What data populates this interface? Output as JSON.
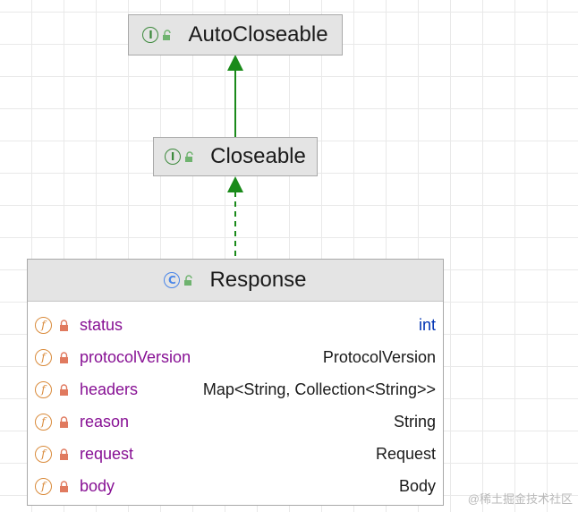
{
  "colors": {
    "edge_arrow": "#1a8a1a",
    "interface_icon": "#3d8a3d",
    "class_icon": "#4a86e8",
    "field_icon": "#d98a3a",
    "field_name": "#871094",
    "primitive_type": "#0033b3",
    "header_bg": "#e4e4e4"
  },
  "nodes": {
    "autocloseable": {
      "kind": "interface",
      "kind_glyph": "I",
      "name": "AutoCloseable",
      "visibility_icon": "unlocked-icon"
    },
    "closeable": {
      "kind": "interface",
      "kind_glyph": "I",
      "name": "Closeable",
      "visibility_icon": "unlocked-icon"
    },
    "response": {
      "kind": "class",
      "kind_glyph": "C",
      "name": "Response",
      "visibility_icon": "unlocked-icon",
      "fields": [
        {
          "icon": "field-icon",
          "glyph": "f",
          "access": "lock-icon",
          "name": "status",
          "type": "int"
        },
        {
          "icon": "field-icon",
          "glyph": "f",
          "access": "lock-icon",
          "name": "protocolVersion",
          "type": "ProtocolVersion"
        },
        {
          "icon": "field-icon",
          "glyph": "f",
          "access": "lock-icon",
          "name": "headers",
          "type": "Map<String, Collection<String>>"
        },
        {
          "icon": "field-icon",
          "glyph": "f",
          "access": "lock-icon",
          "name": "reason",
          "type": "String"
        },
        {
          "icon": "field-icon",
          "glyph": "f",
          "access": "lock-icon",
          "name": "request",
          "type": "Request"
        },
        {
          "icon": "field-icon",
          "glyph": "f",
          "access": "lock-icon",
          "name": "body",
          "type": "Body"
        }
      ]
    }
  },
  "edges": [
    {
      "from": "Closeable",
      "to": "AutoCloseable",
      "style": "solid",
      "kind": "extends"
    },
    {
      "from": "Response",
      "to": "Closeable",
      "style": "dashed",
      "kind": "implements"
    }
  ],
  "watermark": "@稀土掘金技术社区"
}
